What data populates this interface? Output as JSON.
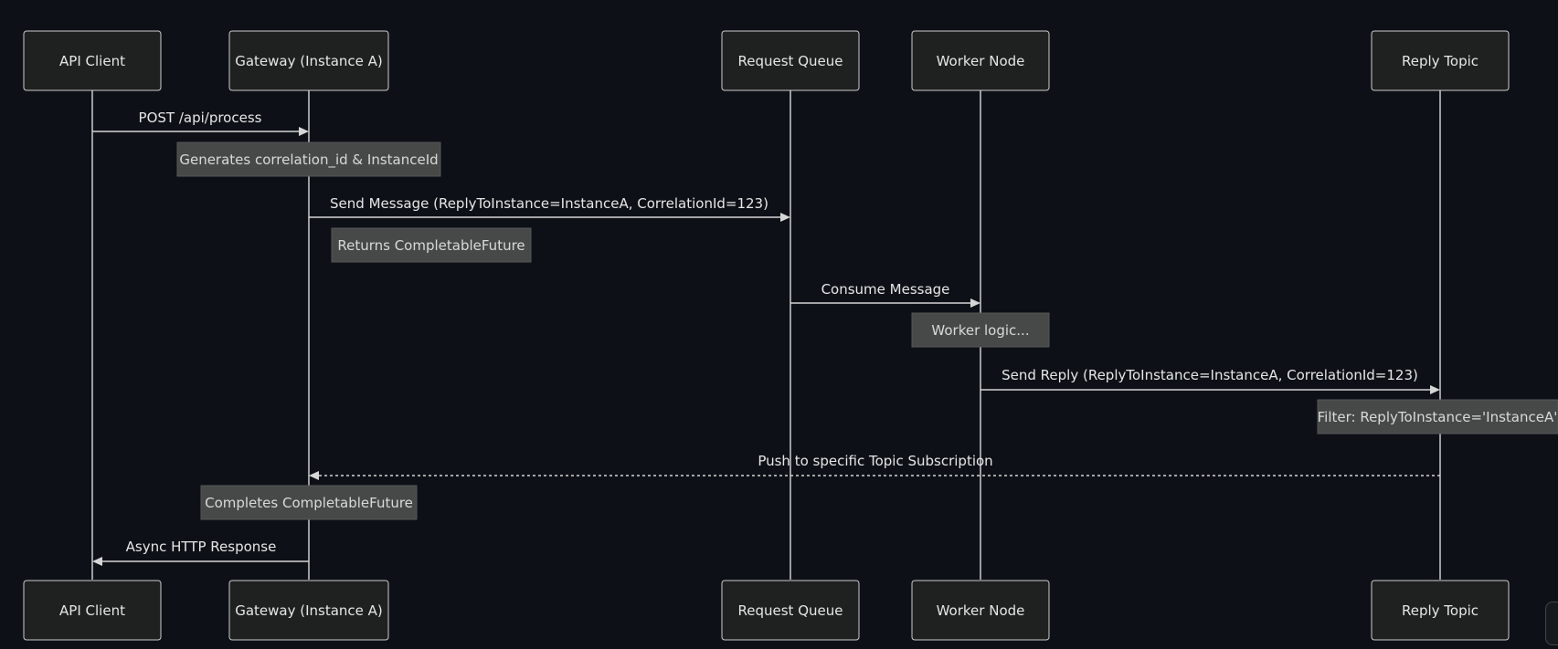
{
  "actors": [
    {
      "id": "client",
      "label": "API Client"
    },
    {
      "id": "gateway",
      "label": "Gateway (Instance A)"
    },
    {
      "id": "queue",
      "label": "Request Queue"
    },
    {
      "id": "worker",
      "label": "Worker Node"
    },
    {
      "id": "topic",
      "label": "Reply Topic"
    }
  ],
  "messages": [
    {
      "from": "client",
      "to": "gateway",
      "label": "POST /api/process",
      "style": "solid"
    },
    {
      "from": "gateway",
      "to": "queue",
      "label": "Send Message (ReplyToInstance=InstanceA, CorrelationId=123)",
      "style": "solid"
    },
    {
      "from": "queue",
      "to": "worker",
      "label": "Consume Message",
      "style": "solid"
    },
    {
      "from": "worker",
      "to": "topic",
      "label": "Send Reply (ReplyToInstance=InstanceA, CorrelationId=123)",
      "style": "solid"
    },
    {
      "from": "topic",
      "to": "gateway",
      "label": "Push to specific Topic Subscription",
      "style": "dashed"
    },
    {
      "from": "gateway",
      "to": "client",
      "label": "Async HTTP Response",
      "style": "solid"
    }
  ],
  "notes": [
    {
      "over": "gateway",
      "label": "Generates correlation_id & InstanceId"
    },
    {
      "over": "gateway",
      "label": "Returns CompletableFuture"
    },
    {
      "over": "worker",
      "label": "Worker logic..."
    },
    {
      "over": "topic",
      "label": "Filter: ReplyToInstance='InstanceA'"
    },
    {
      "over": "gateway",
      "label": "Completes CompletableFuture"
    }
  ],
  "colors": {
    "background": "#0d1117",
    "actor_fill": "#1f2020",
    "line": "#cccccc",
    "note_fill": "#474949"
  }
}
